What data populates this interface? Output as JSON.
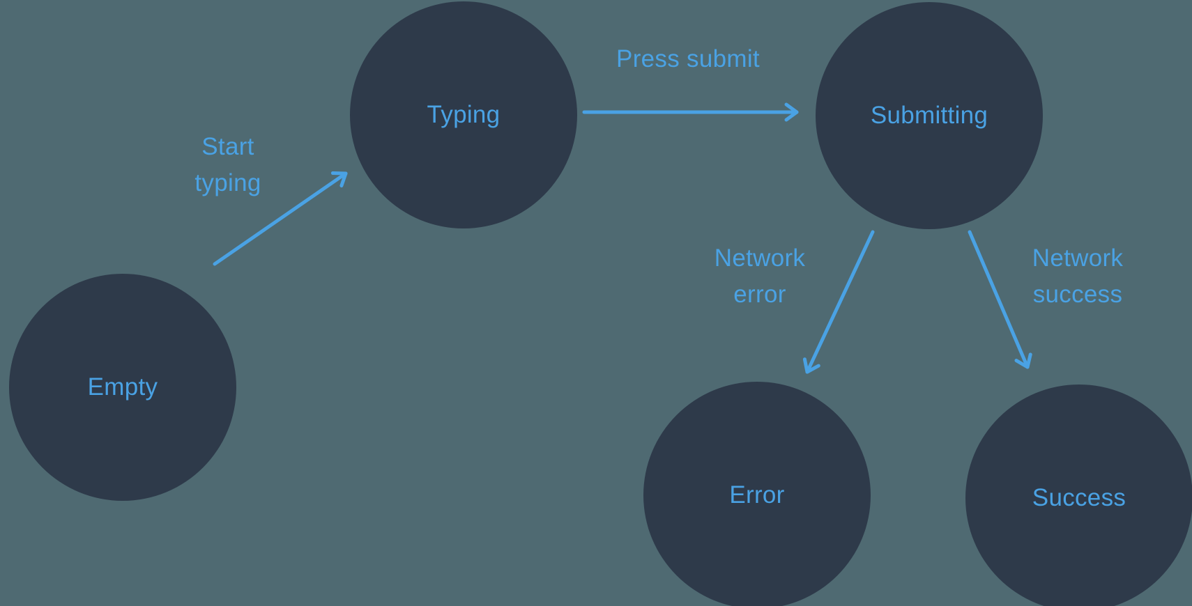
{
  "diagram": {
    "type": "state-machine",
    "colors": {
      "background": "#4f6a72",
      "node": "#2e3a4a",
      "accent": "#4aa2e4"
    },
    "states": [
      {
        "id": "empty",
        "label": "Empty"
      },
      {
        "id": "typing",
        "label": "Typing"
      },
      {
        "id": "submitting",
        "label": "Submitting"
      },
      {
        "id": "error",
        "label": "Error"
      },
      {
        "id": "success",
        "label": "Success"
      }
    ],
    "transitions": [
      {
        "id": "start-typing",
        "from": "empty",
        "to": "typing",
        "label_lines": [
          "Start",
          "typing"
        ]
      },
      {
        "id": "press-submit",
        "from": "typing",
        "to": "submitting",
        "label_lines": [
          "Press submit"
        ]
      },
      {
        "id": "network-error",
        "from": "submitting",
        "to": "error",
        "label_lines": [
          "Network",
          "error"
        ]
      },
      {
        "id": "network-success",
        "from": "submitting",
        "to": "success",
        "label_lines": [
          "Network",
          "success"
        ]
      }
    ]
  }
}
